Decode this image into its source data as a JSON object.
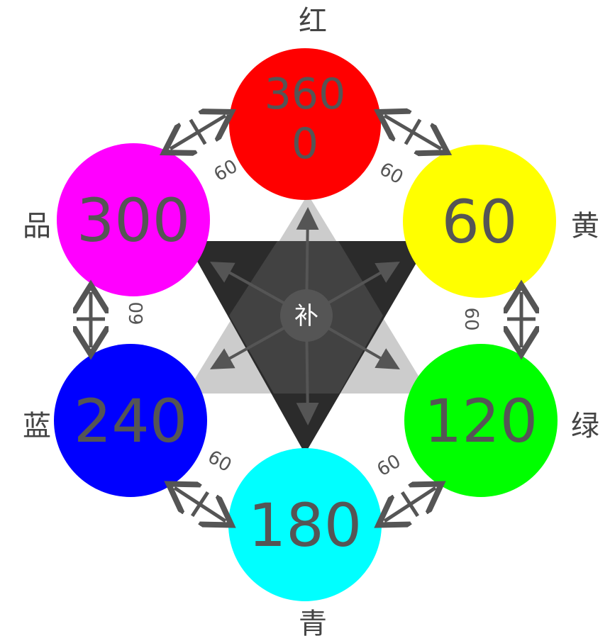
{
  "center": {
    "label": "补"
  },
  "colors": [
    {
      "key": "red",
      "name": "红",
      "value_lines": [
        "360",
        "0"
      ],
      "fill": "#ff0000"
    },
    {
      "key": "yellow",
      "name": "黄",
      "value_lines": [
        "60"
      ],
      "fill": "#ffff00"
    },
    {
      "key": "green",
      "name": "绿",
      "value_lines": [
        "120"
      ],
      "fill": "#00ff00"
    },
    {
      "key": "cyan",
      "name": "青",
      "value_lines": [
        "180"
      ],
      "fill": "#00ffff"
    },
    {
      "key": "blue",
      "name": "蓝",
      "value_lines": [
        "240"
      ],
      "fill": "#0000ff"
    },
    {
      "key": "magenta",
      "name": "品",
      "value_lines": [
        "300"
      ],
      "fill": "#ff00ff"
    }
  ],
  "steps": [
    {
      "between": "red-yellow",
      "label": "60"
    },
    {
      "between": "yellow-green",
      "label": "60"
    },
    {
      "between": "green-cyan",
      "label": "60"
    },
    {
      "between": "cyan-blue",
      "label": "60"
    },
    {
      "between": "blue-magenta",
      "label": "60"
    },
    {
      "between": "magenta-red",
      "label": "60"
    }
  ],
  "style": {
    "arrow_color": "#555555",
    "triangle_light": "#cccccc",
    "triangle_dark": "#2b2b2b",
    "overlap": "#424242"
  }
}
